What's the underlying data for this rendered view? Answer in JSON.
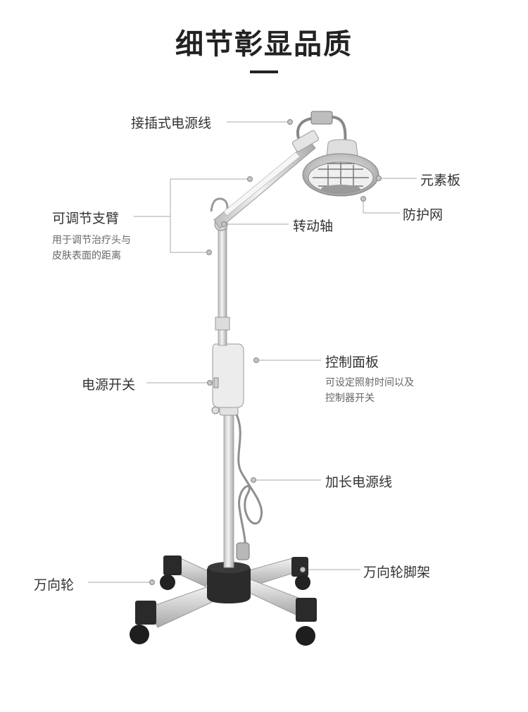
{
  "title": "细节彰显品质",
  "labels": {
    "power_plug": "接插式电源线",
    "element_plate": "元素板",
    "guard_net": "防护网",
    "adjustable_arm": "可调节支臂",
    "arm_desc_1": "用于调节治疗头与",
    "arm_desc_2": "皮肤表面的距离",
    "rotation_axis": "转动轴",
    "control_panel": "控制面板",
    "panel_desc_1": "可设定照射时间以及",
    "panel_desc_2": "控制器开关",
    "power_switch": "电源开关",
    "extension_cord": "加长电源线",
    "caster_base": "万向轮脚架",
    "caster_wheel": "万向轮"
  },
  "colors": {
    "text": "#333333",
    "leader": "#999999",
    "metal": "#d8d8d8",
    "dark": "#2a2a2a"
  }
}
